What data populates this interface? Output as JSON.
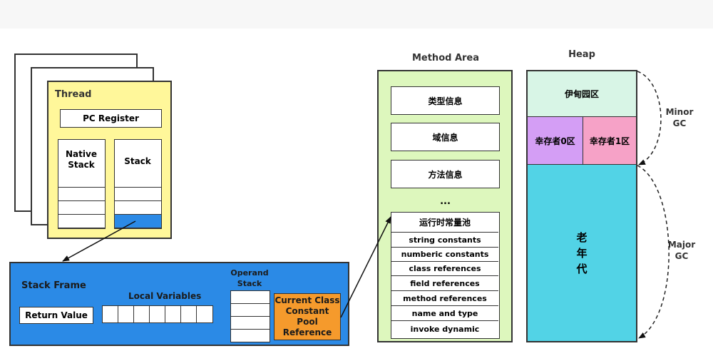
{
  "thread": {
    "title": "Thread",
    "pc_register": "PC Register",
    "native_stack": "Native\nStack",
    "stack": "Stack"
  },
  "stack_frame": {
    "title": "Stack Frame",
    "return_value": "Return Value",
    "local_variables": "Local Variables",
    "operand_stack": "Operand\nStack",
    "constant_pool_ref": "Current Class\nConstant Pool\nReference"
  },
  "method_area": {
    "title": "Method Area",
    "items": [
      "类型信息",
      "域信息",
      "方法信息"
    ],
    "ellipsis": "...",
    "pool_title": "运行时常量池",
    "pool_items": [
      "string constants",
      "numberic constants",
      "class references",
      "field references",
      "method references",
      "name and type",
      "invoke dynamic"
    ]
  },
  "heap": {
    "title": "Heap",
    "eden": "伊甸园区",
    "survivor0": "幸存者0区",
    "survivor1": "幸存者1区",
    "old_gen": "老\n年\n代",
    "minor_gc": "Minor\nGC",
    "major_gc": "Major\nGC"
  },
  "colors": {
    "thread": "#fff79a",
    "stack_frame": "#2b8ae6",
    "constant_pool_ref": "#f59a2c",
    "method_area": "#ddf7bd",
    "eden": "#d8f5e6",
    "survivor0": "#d49ef5",
    "survivor1": "#f6a2c7",
    "old_gen": "#52d3e6"
  }
}
